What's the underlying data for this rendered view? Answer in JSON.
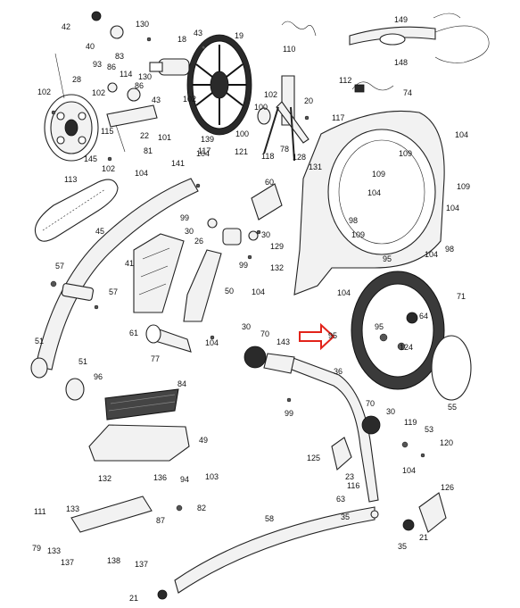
{
  "diagram": {
    "labels": [
      "42",
      "40",
      "130",
      "83",
      "130",
      "18",
      "43",
      "19",
      "110",
      "149",
      "148",
      "93",
      "86",
      "114",
      "86",
      "102",
      "28",
      "102",
      "43",
      "102",
      "100",
      "20",
      "74",
      "112",
      "117",
      "115",
      "22",
      "101",
      "102",
      "145",
      "102",
      "81",
      "139",
      "100",
      "78",
      "118",
      "128",
      "131",
      "117",
      "121",
      "141",
      "104",
      "109",
      "104",
      "104",
      "109",
      "109",
      "113",
      "104",
      "60",
      "99",
      "30",
      "26",
      "99",
      "30",
      "129",
      "132",
      "98",
      "109",
      "104",
      "104",
      "98",
      "45",
      "57",
      "57",
      "41",
      "50",
      "104",
      "95",
      "71",
      "104",
      "30",
      "70",
      "143",
      "95",
      "64",
      "95",
      "124",
      "61",
      "104",
      "77",
      "51",
      "51",
      "96",
      "99",
      "36",
      "84",
      "70",
      "30",
      "119",
      "53",
      "120",
      "55",
      "49",
      "125",
      "104",
      "23",
      "132",
      "136",
      "94",
      "103",
      "116",
      "87",
      "82",
      "126",
      "63",
      "111",
      "133",
      "35",
      "58",
      "21",
      "79",
      "133",
      "137",
      "138",
      "137",
      "35",
      "21"
    ],
    "callout_arrow_color": "#e2231a"
  }
}
